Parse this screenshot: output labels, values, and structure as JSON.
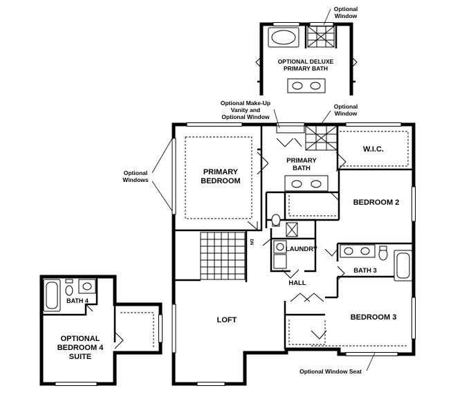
{
  "rooms": {
    "primary_bedroom": [
      "PRIMARY",
      "BEDROOM"
    ],
    "primary_bath": [
      "PRIMARY",
      "BATH"
    ],
    "wic": "W.I.C.",
    "bedroom2": "BEDROOM 2",
    "laundry": "LAUNDRY",
    "bath3": "BATH 3",
    "hall": "HALL",
    "bedroom3": "BEDROOM 3",
    "loft": "LOFT",
    "bath4": "BATH 4",
    "optional_bedroom4": [
      "OPTIONAL",
      "BEDROOM 4",
      "SUITE"
    ],
    "deluxe_bath": [
      "OPTIONAL DELUXE",
      "PRIMARY BATH"
    ],
    "stair_dn": "DN"
  },
  "notes": {
    "optional_window_top": [
      "Optional",
      "Window"
    ],
    "optional_window_mid": [
      "Optional",
      "Window"
    ],
    "makeup_vanity": [
      "Optional Make-Up",
      "Vanity and",
      "Optional Window"
    ],
    "optional_windows": [
      "Optional",
      "Windows"
    ],
    "window_seat": "Optional Window Seat"
  }
}
